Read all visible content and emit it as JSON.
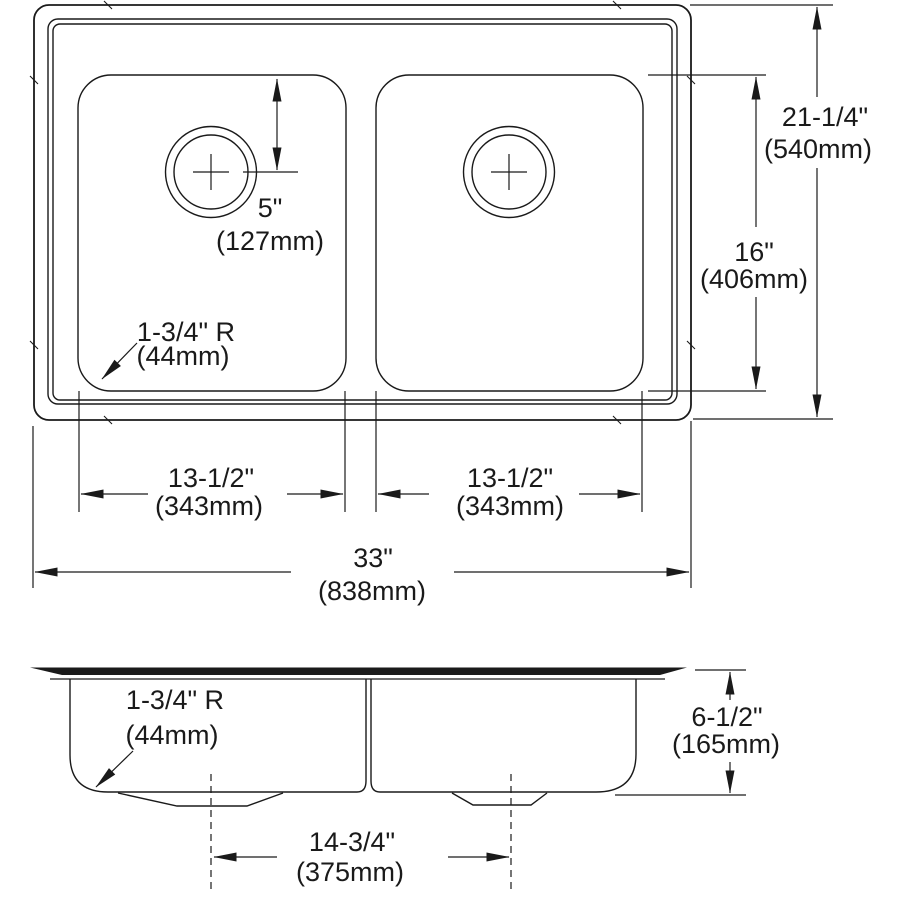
{
  "colors": {
    "line": "#1a1a1a",
    "background": "#ffffff"
  },
  "top_view": {
    "drain_offset": {
      "in": "5\"",
      "mm": "(127mm)"
    },
    "corner_radius": {
      "in": "1-3/4\" R",
      "mm": "(44mm)"
    },
    "overall_front_to_back": {
      "in": "21-1/4\"",
      "mm": "(540mm)"
    },
    "bowl_front_to_back": {
      "in": "16\"",
      "mm": "(406mm)"
    },
    "left_bowl_width": {
      "in": "13-1/2\"",
      "mm": "(343mm)"
    },
    "right_bowl_width": {
      "in": "13-1/2\"",
      "mm": "(343mm)"
    },
    "overall_width": {
      "in": "33\"",
      "mm": "(838mm)"
    }
  },
  "side_view": {
    "corner_radius": {
      "in": "1-3/4\" R",
      "mm": "(44mm)"
    },
    "bowl_depth": {
      "in": "6-1/2\"",
      "mm": "(165mm)"
    },
    "drain_spacing": {
      "in": "14-3/4\"",
      "mm": "(375mm)"
    }
  }
}
